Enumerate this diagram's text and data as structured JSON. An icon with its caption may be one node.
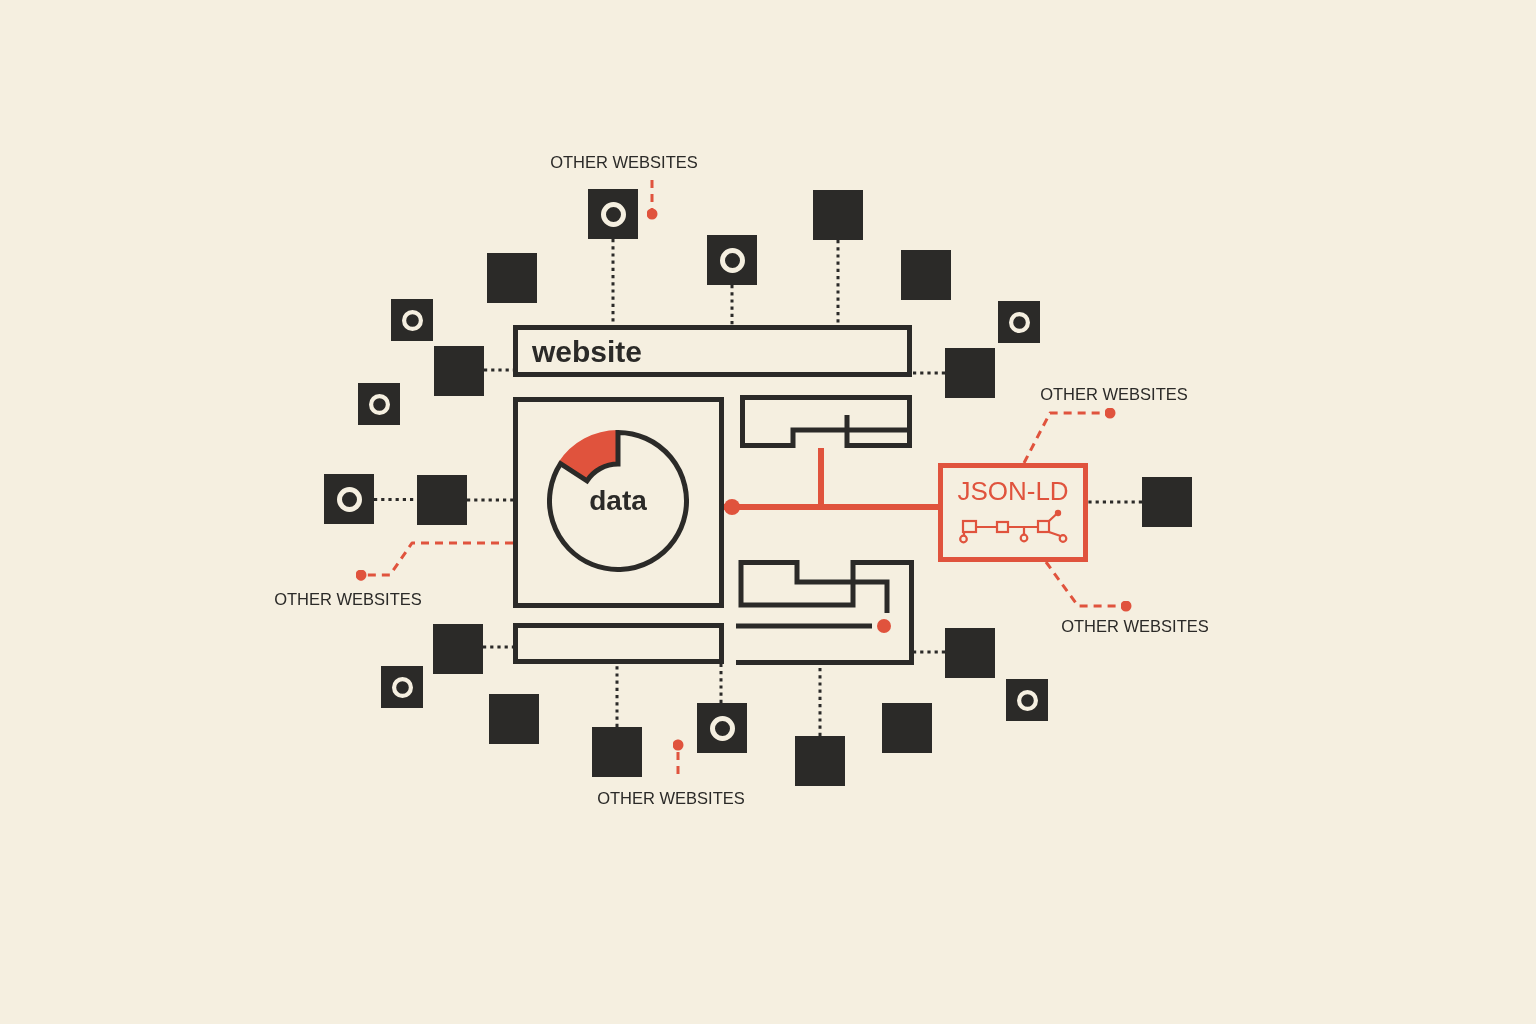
{
  "diagram": {
    "nodes": [
      {
        "text": [
          "OTHER WEBSITES"
        ]
      },
      {
        "text": [],
        "shape": "box"
      },
      {
        "text": [],
        "shape": "box"
      },
      {
        "text": [],
        "shape": "box"
      },
      {
        "text": [],
        "shape": "box"
      },
      {
        "text": [],
        "shape": "box"
      },
      {
        "text": [],
        "shape": "box"
      },
      {
        "text": [],
        "shape": "box"
      },
      {
        "text": [
          "website"
        ]
      },
      {
        "text": [],
        "shape": "box"
      },
      {
        "text": [],
        "shape": "box"
      },
      {
        "text": [],
        "shape": "box"
      },
      {
        "text": [
          "OTHER WEBSITES"
        ]
      },
      {
        "text": [],
        "shape": "box"
      },
      {
        "text": [
          "data"
        ],
        "in": 13
      },
      {
        "text": [],
        "shape": "box"
      },
      {
        "text": [
          "JSON-LD"
        ]
      },
      {
        "text": [],
        "shape": "box"
      },
      {
        "text": [],
        "shape": "box"
      },
      {
        "text": [],
        "shape": "box"
      },
      {
        "text": [],
        "shape": "box"
      },
      {
        "text": [
          "OTHER WEBSITES"
        ]
      },
      {
        "text": [],
        "shape": "box"
      },
      {
        "text": [],
        "shape": "bar"
      },
      {
        "text": [],
        "shape": "box"
      },
      {
        "text": [
          "OTHER WEBSITES"
        ]
      },
      {
        "text": [],
        "shape": "box"
      },
      {
        "text": [],
        "shape": "box"
      },
      {
        "text": [],
        "shape": "box"
      },
      {
        "text": [],
        "shape": "box"
      },
      {
        "text": [],
        "shape": "box"
      },
      {
        "text": [],
        "shape": "box"
      },
      {
        "text": [],
        "shape": "box"
      },
      {
        "text": [
          "OTHER WEBSITES"
        ]
      }
    ],
    "edges": [
      {
        "from": 1,
        "to": 8,
        "arrow": "none",
        "style": "dashed"
      },
      {
        "from": 4,
        "to": 8,
        "arrow": "none",
        "style": "dashed"
      },
      {
        "from": 2,
        "to": 8,
        "arrow": "none",
        "style": "dashed"
      },
      {
        "from": 9,
        "to": 8,
        "arrow": "none",
        "style": "dashed"
      },
      {
        "from": 10,
        "to": 8,
        "arrow": "none",
        "style": "dashed"
      },
      {
        "from": 17,
        "to": 18,
        "arrow": "none",
        "style": "dashed"
      },
      {
        "from": 18,
        "to": 13,
        "arrow": "none",
        "style": "dashed"
      },
      {
        "from": 19,
        "to": 16,
        "arrow": "none",
        "style": "dashed"
      },
      {
        "from": 22,
        "to": 23,
        "arrow": "none",
        "style": "dashed"
      },
      {
        "from": 31,
        "to": 23,
        "arrow": "none",
        "style": "dashed"
      },
      {
        "from": 29,
        "to": 23,
        "arrow": "none",
        "style": "dashed"
      },
      {
        "from": 32,
        "to": 20,
        "arrow": "none",
        "style": "dashed"
      },
      {
        "from": 24,
        "to": 20,
        "arrow": "none",
        "style": "dashed"
      },
      {
        "from": 16,
        "to": 13,
        "arrow": "other",
        "style": "thick",
        "color": "#e0533d"
      },
      {
        "from": 15,
        "to": 16,
        "arrow": "none",
        "style": "thick",
        "color": "#e0533d"
      },
      {
        "from": 0,
        "to": 1,
        "arrow": "other",
        "style": "dashed",
        "color": "#e0533d"
      },
      {
        "from": 16,
        "to": 12,
        "arrow": "other",
        "style": "dashed",
        "color": "#e0533d"
      },
      {
        "from": 13,
        "to": 21,
        "arrow": "other",
        "style": "dashed",
        "color": "#e0533d"
      },
      {
        "from": 16,
        "to": 25,
        "arrow": "other",
        "style": "dashed",
        "color": "#e0533d"
      },
      {
        "from": 33,
        "to": 29,
        "arrow": "other",
        "style": "dashed",
        "color": "#e0533d"
      }
    ]
  }
}
